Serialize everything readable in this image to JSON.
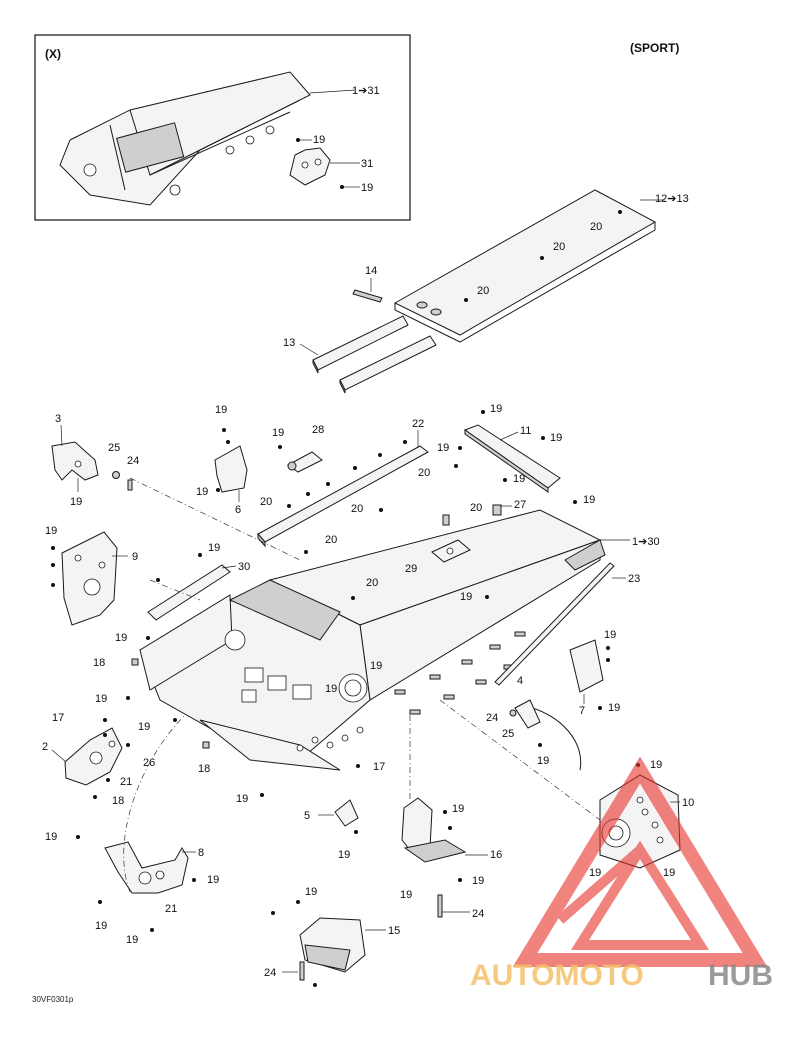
{
  "inset": {
    "label": "(X)"
  },
  "model": {
    "label": "(SPORT)"
  },
  "drawing_code": "30VF0301p",
  "watermark": {
    "brand_a": "AUTOMOTO",
    "brand_b": "HUB",
    "color_a": "#f4c06a",
    "color_b": "#8a8a8a",
    "logo_color": "#e8322b"
  },
  "callouts": {
    "c1_31": "1➔31",
    "c19_a": "19",
    "c31": "31",
    "c19_b": "19",
    "c12_13": "12➔13",
    "c20_a": "20",
    "c20_b": "20",
    "c20_c": "20",
    "c14": "14",
    "c13": "13",
    "c3": "3",
    "c25_a": "25",
    "c24_a": "24",
    "c19_c": "19",
    "c19_d": "19",
    "c19_e": "19",
    "c28": "28",
    "c22": "22",
    "c19_f": "19",
    "c11": "11",
    "c19_g": "19",
    "c19_h": "19",
    "c6": "6",
    "c19_i": "19",
    "c20_d": "20",
    "c20_e": "20",
    "c20_f": "20",
    "c20_g": "20",
    "c27": "27",
    "c19_j": "19",
    "c19_k": "19",
    "c9": "9",
    "c19_l": "19",
    "c30": "30",
    "c20_h": "20",
    "c29": "29",
    "c1_30": "1➔30",
    "c20_i": "20",
    "c23": "23",
    "c19_m": "19",
    "c19_n": "19",
    "c18_a": "18",
    "c19_o": "19",
    "c19_p": "19",
    "c19_q": "19",
    "c4": "4",
    "c7": "7",
    "c19_r": "19",
    "c17_a": "17",
    "c19_s": "19",
    "c2": "2",
    "c26": "26",
    "c21_a": "21",
    "c18_b": "18",
    "c18_c": "18",
    "c17_b": "17",
    "c19_t": "19",
    "c24_b": "24",
    "c25_b": "25",
    "c19_u": "19",
    "c19_v": "19",
    "c10": "10",
    "c5": "5",
    "c19_w": "19",
    "c19_x": "19",
    "c16": "16",
    "c19_y": "19",
    "c19_z": "19",
    "c19_aa": "19",
    "c8": "8",
    "c19_ab": "19",
    "c19_ac": "19",
    "c21_b": "21",
    "c19_ad": "19",
    "c19_ae": "19",
    "c24_c": "24",
    "c19_af": "19",
    "c15": "15",
    "c24_d": "24",
    "c19_ag": "19",
    "c19_ah": "19",
    "c19_ai": "19"
  }
}
